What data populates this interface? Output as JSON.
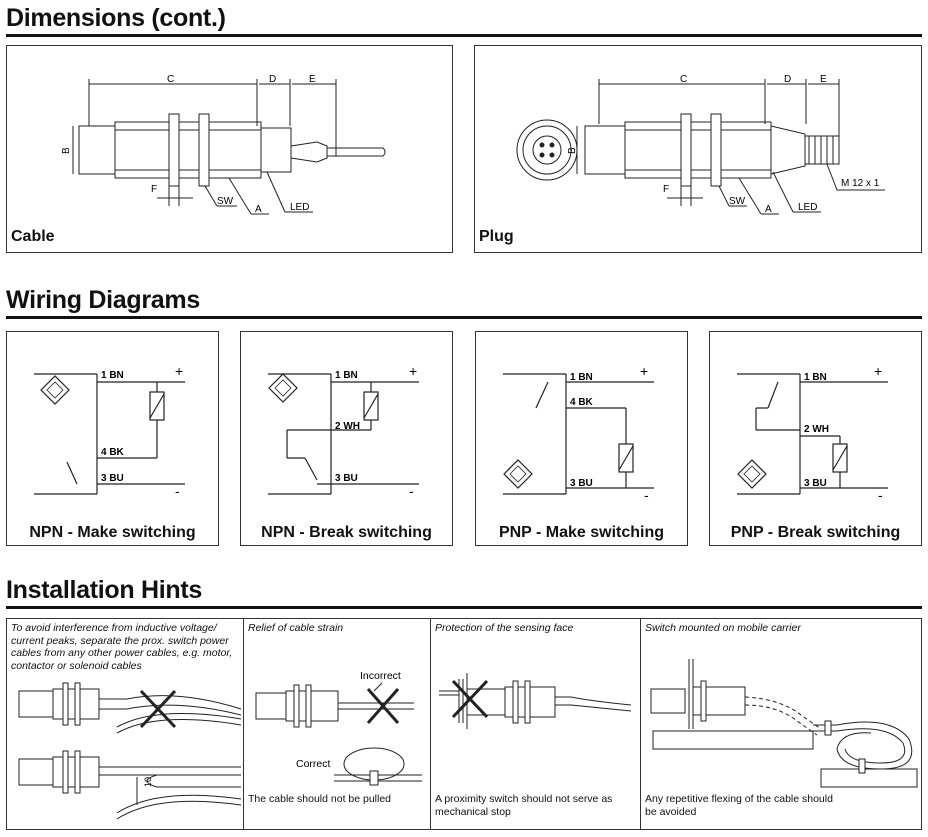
{
  "sections": {
    "dimensions": "Dimensions (cont.)",
    "wiring": "Wiring Diagrams",
    "installation": "Installation Hints"
  },
  "dimensions": {
    "cable": {
      "label": "Cable",
      "dim_c": "C",
      "dim_d": "D",
      "dim_e": "E",
      "dim_b": "B",
      "dim_f": "F",
      "sw": "SW",
      "a": "A",
      "led": "LED"
    },
    "plug": {
      "label": "Plug",
      "dim_c": "C",
      "dim_d": "D",
      "dim_e": "E",
      "dim_b": "B",
      "dim_f": "F",
      "sw": "SW",
      "a": "A",
      "led": "LED",
      "thread": "M 12 x 1"
    }
  },
  "wiring": [
    {
      "label": "NPN - Make switching",
      "t1": "1 BN",
      "t2": "4 BK",
      "t3": "3 BU",
      "plus": "+",
      "minus": "-"
    },
    {
      "label": "NPN - Break switching",
      "t1": "1 BN",
      "t2": "2 WH",
      "t3": "3 BU",
      "plus": "+",
      "minus": "-"
    },
    {
      "label": "PNP - Make switching",
      "t1": "1 BN",
      "t2": "4 BK",
      "t3": "3 BU",
      "plus": "+",
      "minus": "-"
    },
    {
      "label": "PNP - Break switching",
      "t1": "1 BN",
      "t2": "2 WH",
      "t3": "3 BU",
      "plus": "+",
      "minus": "-"
    }
  ],
  "installation": {
    "interference": "To avoid interference from inductive voltage/ current peaks, separate the prox. switch power cables from any other power cables, e.g. motor, contactor or solenoid cables",
    "interference_dim": "10",
    "relief_title": "Relief of cable strain",
    "relief_incorrect": "Incorrect",
    "relief_correct": "Correct",
    "relief_caption": "The cable should not be pulled",
    "protection_title": "Protection of the sensing face",
    "protection_caption": "A proximity switch should not serve as mechanical stop",
    "mobile_title": "Switch mounted on mobile carrier",
    "mobile_caption": "Any repetitive flexing of the cable should be avoided"
  }
}
